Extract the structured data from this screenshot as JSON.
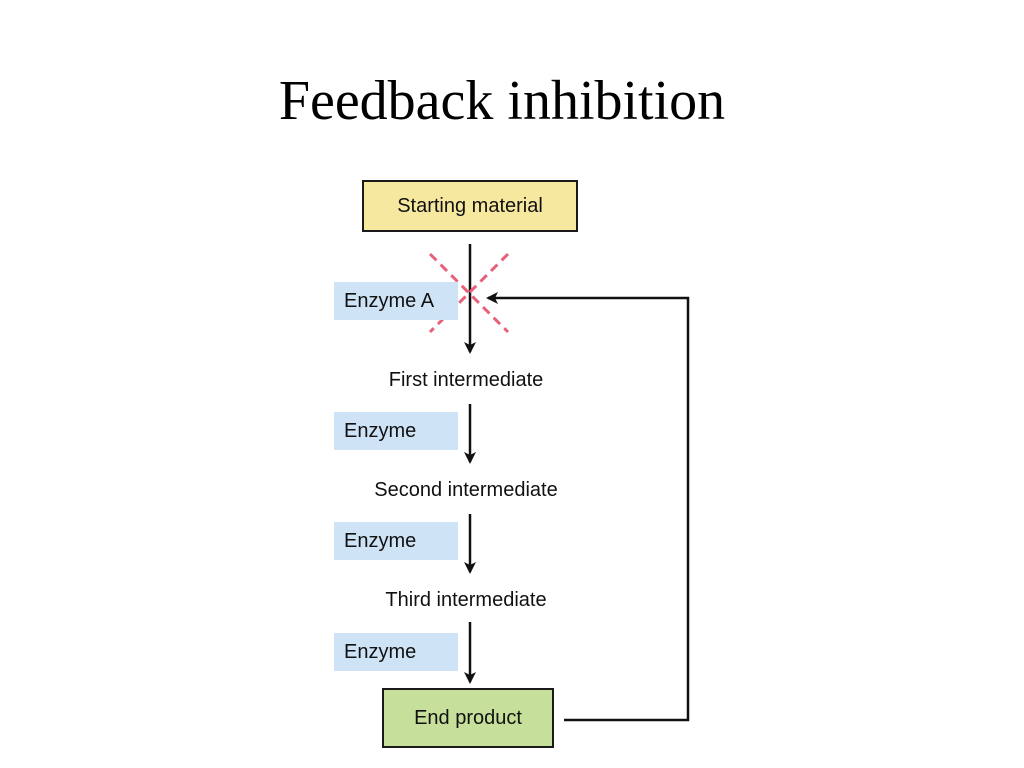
{
  "title": "Feedback inhibition",
  "diagram": {
    "start_label": "Starting material",
    "enzyme_a_label": "Enzyme A",
    "first_intermediate": "First intermediate",
    "enzyme_1_label": "Enzyme",
    "second_intermediate": "Second intermediate",
    "enzyme_2_label": "Enzyme",
    "third_intermediate": "Third intermediate",
    "enzyme_3_label": "Enzyme",
    "end_label": "End product"
  },
  "colors": {
    "start_box_fill": "#f7e8a0",
    "end_box_fill": "#c6df9a",
    "enzyme_fill": "#cfe3f7",
    "inhibition_mark": "#e8607a",
    "arrow": "#111111"
  }
}
